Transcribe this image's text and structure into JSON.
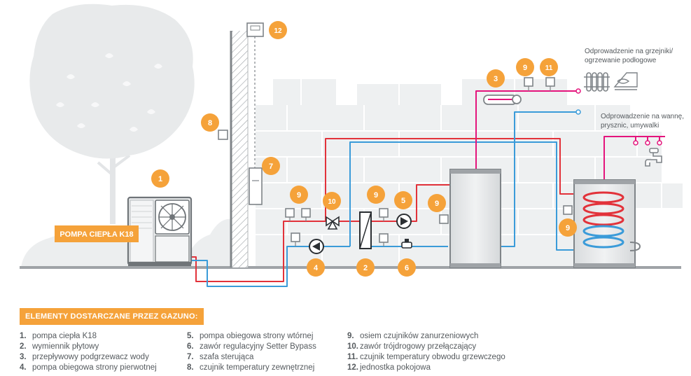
{
  "product_label": "POMPA CIEPŁA K18",
  "outlets": {
    "heating": [
      "Odprowadzenie na grzejniki/",
      "ogrzewanie podłogowe"
    ],
    "water": [
      "Odprowadzenie na wannę,",
      "prysznic, umywalki"
    ]
  },
  "markers": [
    "1",
    "2",
    "3",
    "4",
    "5",
    "6",
    "7",
    "8",
    "9",
    "9",
    "9",
    "9",
    "9",
    "10",
    "11",
    "12"
  ],
  "legend": {
    "title": "ELEMENTY DOSTARCZANE PRZEZ GAZUNO:",
    "items": [
      {
        "num": "1.",
        "text": "pompa ciepła K18"
      },
      {
        "num": "2.",
        "text": "wymiennik płytowy"
      },
      {
        "num": "3.",
        "text": "przepływowy podgrzewacz wody"
      },
      {
        "num": "4.",
        "text": "pompa obiegowa strony pierwotnej"
      },
      {
        "num": "5.",
        "text": "pompa obiegowa strony wtórnej"
      },
      {
        "num": "6.",
        "text": "zawór regulacyjny Setter Bypass"
      },
      {
        "num": "7.",
        "text": "szafa sterująca"
      },
      {
        "num": "8.",
        "text": "czujnik temperatury zewnętrznej"
      },
      {
        "num": "9.",
        "text": "osiem czujników zanurzeniowych"
      },
      {
        "num": "10.",
        "text": "zawór trójdrogowy przełączający"
      },
      {
        "num": "11.",
        "text": "czujnik temperatury obwodu grzewczego"
      },
      {
        "num": "12.",
        "text": "jednostka pokojowa"
      }
    ]
  },
  "colors": {
    "accent": "#f5a23a",
    "hot": "#e4147c",
    "supply_red": "#e2323a",
    "cold": "#3a9bd9",
    "wall": "#eceeef",
    "outline": "#7f8488"
  }
}
